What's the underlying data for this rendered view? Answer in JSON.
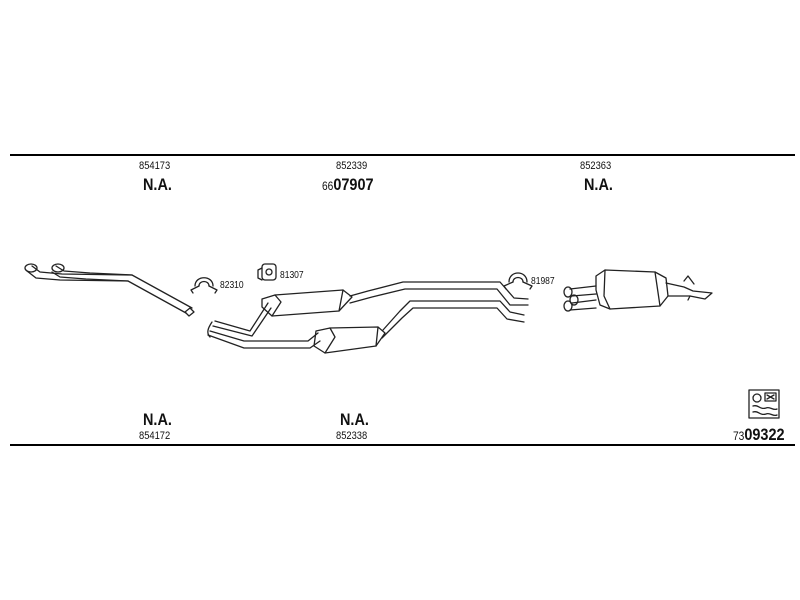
{
  "top_row": {
    "left": {
      "part": "854173",
      "note": "N.A."
    },
    "center": {
      "part": "852339",
      "code_prefix": "66",
      "code_main": "07907"
    },
    "right": {
      "part": "852363",
      "note": "N.A."
    }
  },
  "bottom_row": {
    "left": {
      "part": "854172",
      "note": "N.A."
    },
    "center": {
      "part": "852338",
      "note": "N.A."
    },
    "right": {
      "code_prefix": "73",
      "code_main": "09322"
    }
  },
  "hardware_labels": {
    "clamp_1": "82310",
    "rubber_mount": "81307",
    "clamp_2": "81987"
  },
  "icons": {
    "kit_icon": "exhaust-kit-icon",
    "clamp": "pipe-clamp-icon",
    "mount": "rubber-mount-icon"
  }
}
